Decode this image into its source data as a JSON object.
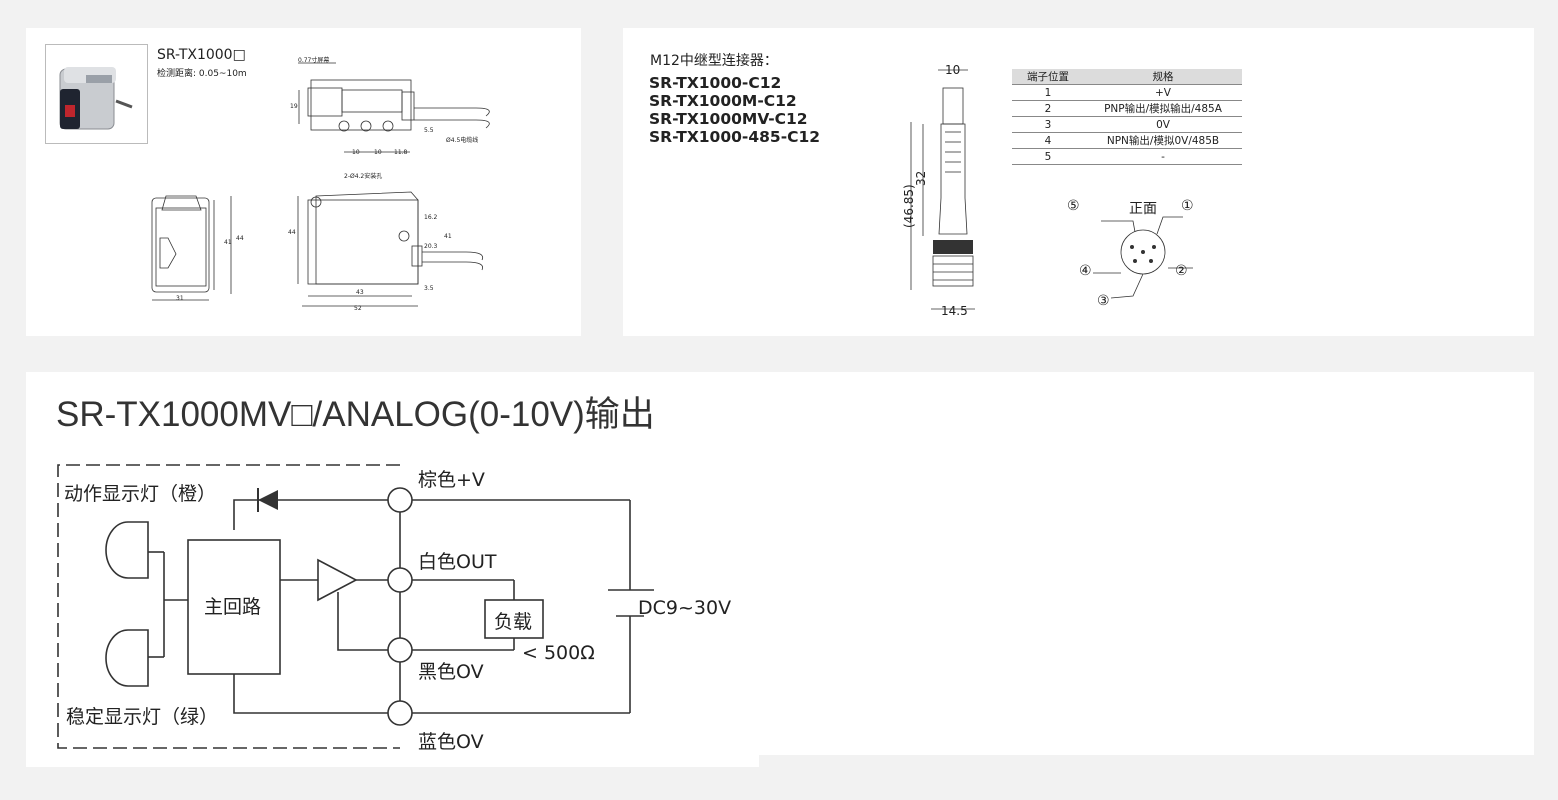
{
  "product": {
    "model_label": "SR-TX1000□",
    "range": "检测距离: 0.05~10m"
  },
  "dims": {
    "front": {
      "screen_label": "0.77寸屏幕",
      "h19": "19",
      "d10a": "10",
      "d10b": "10",
      "d11_8": "11.8",
      "d5_5": "5.5",
      "cable": "Ø4.5电缆线"
    },
    "side": {
      "h41": "41",
      "h44": "44",
      "w31": "31"
    },
    "top": {
      "holes": "2-Ø4.2安装孔",
      "h44": "44",
      "d16_2": "16.2",
      "d20_3": "20.3",
      "h41": "41",
      "w43": "43",
      "d3_5": "3.5",
      "w52": "52"
    }
  },
  "connector": {
    "title": "M12中继型连接器：",
    "models": [
      "SR-TX1000-C12",
      "SR-TX1000M-C12",
      "SR-TX1000MV-C12",
      "SR-TX1000-485-C12"
    ],
    "dim_top": "10",
    "dim_32": "32",
    "dim_total": "(46.85)",
    "dim_bottom": "14.5",
    "table": {
      "headers": [
        "端子位置",
        "规格"
      ],
      "rows": [
        [
          "1",
          "+V"
        ],
        [
          "2",
          "PNP输出/模拟输出/485A"
        ],
        [
          "3",
          "0V"
        ],
        [
          "4",
          "NPN输出/模拟0V/485B"
        ],
        [
          "5",
          "-"
        ]
      ]
    },
    "pin_view": {
      "label": "正面",
      "p1": "①",
      "p2": "②",
      "p3": "③",
      "p4": "④",
      "p5": "⑤"
    }
  },
  "wiring": {
    "title": "SR-TX1000MV□/ANALOG(0-10V)输出",
    "action_led": "动作显示灯（橙）",
    "stable_led": "稳定显示灯（绿）",
    "main_circuit": "主回路",
    "brown": "棕色+V",
    "white": "白色OUT",
    "black": "黑色OV",
    "blue": "蓝色OV",
    "load": "负载",
    "load_limit": "< 500Ω",
    "supply": "DC9~30V"
  }
}
